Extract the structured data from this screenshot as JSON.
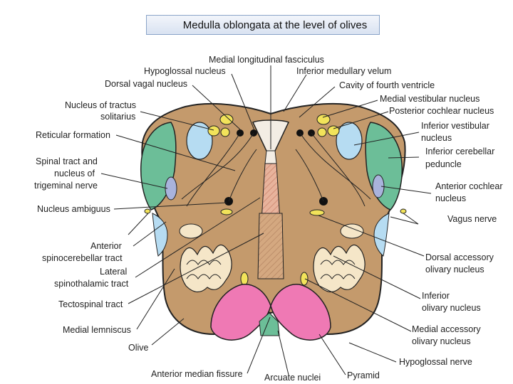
{
  "title": "Medulla oblongata at the level of olives",
  "labels": {
    "medial_longitudinal_fasciculus": "Medial longitudinal fasciculus",
    "hypoglossal_nucleus": "Hypoglossal nucleus",
    "inferior_medullary_velum": "Inferior medullary velum",
    "dorsal_vagal_nucleus": "Dorsal vagal nucleus",
    "cavity_fourth_ventricle": "Cavity of fourth ventricle",
    "nucleus_tractus_1": "Nucleus of tractus",
    "nucleus_tractus_2": "solitarius",
    "medial_vestibular_nucleus": "Medial vestibular nucleus",
    "posterior_cochlear_nucleus": "Posterior cochlear nucleus",
    "reticular_formation": "Reticular formation",
    "inferior_vestibular_1": "Inferior vestibular",
    "inferior_vestibular_2": "nucleus",
    "spinal_tract_1": "Spinal tract and",
    "spinal_tract_2": "nucleus of",
    "spinal_tract_3": "trigeminal nerve",
    "inferior_cerebellar_1": "Inferior cerebellar",
    "inferior_cerebellar_2": "peduncle",
    "anterior_cochlear_1": "Anterior cochlear",
    "anterior_cochlear_2": "nucleus",
    "nucleus_ambiguus": "Nucleus ambiguus",
    "vagus_nerve": "Vagus nerve",
    "anterior_spinocerebellar_1": "Anterior",
    "anterior_spinocerebellar_2": "spinocerebellar tract",
    "dorsal_accessory_1": "Dorsal accessory",
    "dorsal_accessory_2": "olivary nucleus",
    "lateral_spinothalamic_1": "Lateral",
    "lateral_spinothalamic_2": "spinothalamic tract",
    "inferior_olivary_1": "Inferior",
    "inferior_olivary_2": "olivary nucleus",
    "tectospinal_tract": "Tectospinal tract",
    "medial_lemniscus": "Medial lemniscus",
    "medial_accessory_1": "Medial accessory",
    "medial_accessory_2": "olivary nucleus",
    "olive": "Olive",
    "hypoglossal_nerve": "Hypoglossal nerve",
    "anterior_median_fissure": "Anterior median fissure",
    "arcuate_nuclei": "Arcuate nuclei",
    "pyramid": "Pyramid"
  },
  "colors": {
    "tissue": "#c49a6c",
    "pyramid": "#ef79b4",
    "cerebellar_peduncle": "#6cbe98",
    "vestibular": "#b6dcf2",
    "olive_pale": "#f5e6c8",
    "tract_hatch": "#e3a58e",
    "yellow_nuclei": "#f2e35a",
    "trigeminal": "#a9b3dc"
  }
}
